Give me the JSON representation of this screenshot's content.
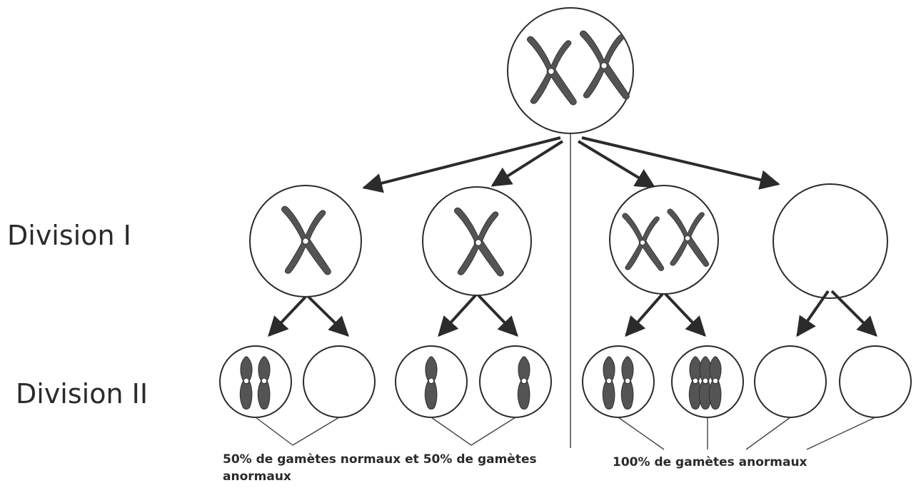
{
  "labels": {
    "division_1": "Division I",
    "division_2": "Division II"
  },
  "captions": {
    "left": "50% de gamètes normaux et 50% de gamètes anormaux",
    "right": "100% de gamètes anormaux"
  },
  "colors": {
    "chromosome": "#545454",
    "outline": "#2b2b2b"
  },
  "icons": {
    "x_chromosome": "duplicated-chromosome-icon",
    "chromatid": "single-chromatid-icon"
  }
}
